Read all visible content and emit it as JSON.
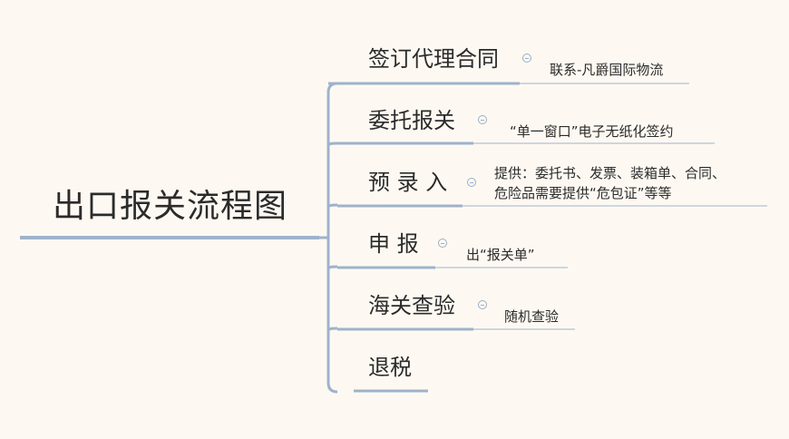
{
  "root": {
    "title": "出口报关流程图"
  },
  "branches": [
    {
      "label": "签订代理合同",
      "notes": [
        "联系-凡爵国际物流"
      ]
    },
    {
      "label": "委托报关",
      "notes": [
        "“单一窗口”电子无纸化签约"
      ]
    },
    {
      "label": "预 录 入",
      "notes": [
        "提供：委托书、发票、装箱单、合同、",
        "危险品需要提供“危包证”等等"
      ]
    },
    {
      "label": "申 报",
      "notes": [
        "出“报关单”"
      ]
    },
    {
      "label": "海关查验",
      "notes": [
        "随机查验"
      ]
    },
    {
      "label": "退税",
      "notes": []
    }
  ],
  "colors": {
    "line": "#9fb2cc",
    "background": "#fdf9f2",
    "text": "#2b2b2b"
  }
}
